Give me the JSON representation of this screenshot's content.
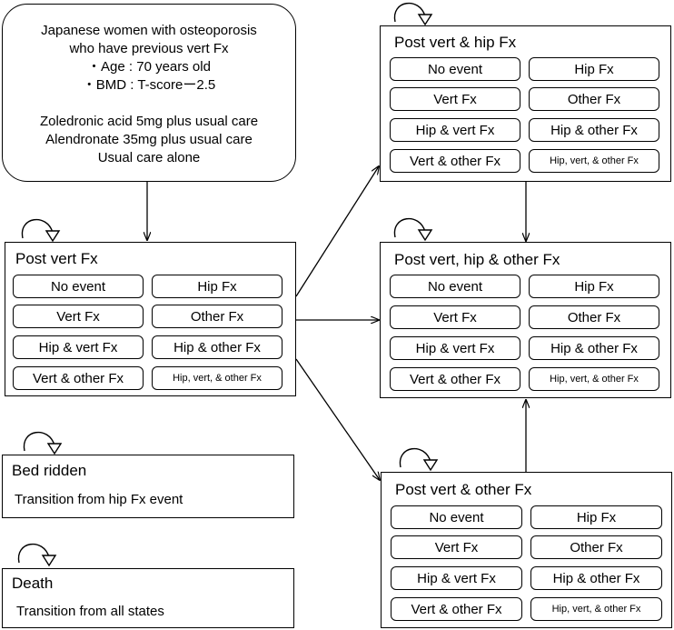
{
  "intro": {
    "lines": [
      "Japanese women with osteoporosis",
      "who have previous vert Fx",
      "・Age : 70 years old",
      "・BMD : T-scoreー2.5",
      "",
      "Zoledronic acid 5mg plus usual care",
      "Alendronate 35mg plus usual care",
      "Usual care alone"
    ]
  },
  "states": {
    "post_vert": {
      "title": "Post vert Fx",
      "events": [
        "No event",
        "Hip Fx",
        "Vert Fx",
        "Other Fx",
        "Hip & vert Fx",
        "Hip & other Fx",
        "Vert & other Fx",
        "Hip, vert, & other Fx"
      ]
    },
    "post_vert_hip": {
      "title": "Post vert & hip Fx",
      "events": [
        "No event",
        "Hip Fx",
        "Vert Fx",
        "Other Fx",
        "Hip & vert Fx",
        "Hip & other Fx",
        "Vert & other Fx",
        "Hip, vert, & other Fx"
      ]
    },
    "post_vert_hip_other": {
      "title": "Post vert, hip & other Fx",
      "events": [
        "No event",
        "Hip Fx",
        "Vert Fx",
        "Other Fx",
        "Hip & vert Fx",
        "Hip & other Fx",
        "Vert & other Fx",
        "Hip, vert, & other Fx"
      ]
    },
    "post_vert_other": {
      "title": "Post vert & other Fx",
      "events": [
        "No event",
        "Hip Fx",
        "Vert Fx",
        "Other Fx",
        "Hip & vert Fx",
        "Hip & other Fx",
        "Vert & other Fx",
        "Hip, vert, & other Fx"
      ]
    },
    "bed_ridden": {
      "title": "Bed ridden",
      "subtitle": "Transition from hip Fx event"
    },
    "death": {
      "title": "Death",
      "subtitle": "Transition from all states"
    }
  }
}
